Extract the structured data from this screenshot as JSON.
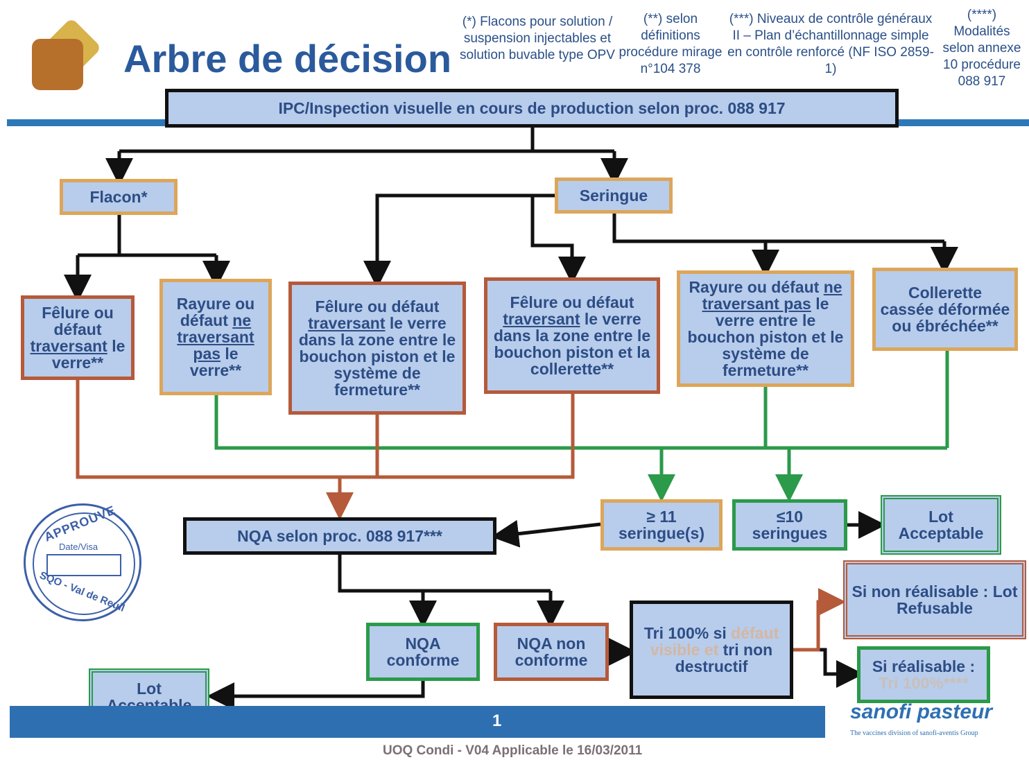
{
  "header": {
    "title": "Arbre de décision",
    "notes": [
      "(*) Flacons pour solution / suspension injectables et solution buvable type OPV",
      "(**) selon définitions procédure mirage n°104 378",
      "(***) Niveaux de contrôle généraux II – Plan d’échantillonnage simple en contrôle renforcé (NF ISO 2859-1)",
      "(****) Modalités selon annexe 10 procédure 088 917"
    ]
  },
  "nodes": {
    "ipc": "IPC/Inspection visuelle en cours de production selon proc. 088 917",
    "flacon": "Flacon*",
    "seringue": "Seringue",
    "flacon_felure": "Fêlure ou défaut traversant le verre**",
    "flacon_rayure": "Rayure ou défaut ne traversant pas le verre**",
    "ser_felure_fermeture": "Fêlure ou défaut traversant le verre dans la zone entre le bouchon piston et le système de fermeture**",
    "ser_felure_collerette": "Fêlure ou défaut traversant le verre dans la zone entre le bouchon piston et la collerette**",
    "ser_rayure": "Rayure ou défaut ne traversant pas le verre entre le bouchon piston et le système de fermeture**",
    "ser_collerette": "Collerette cassée déformée ou ébréchée**",
    "ge11": "≥ 11 seringue(s)",
    "le10": "≤10 seringues",
    "lot_acceptable_1": "Lot Acceptable",
    "nqa": "NQA selon proc. 088 917***",
    "nqa_conforme": "NQA conforme",
    "nqa_non_conforme": "NQA non conforme",
    "tri": "Tri 100% si défaut visible et tri non destructif",
    "non_realisable": "Si non réalisable : Lot Refusable",
    "realisable": "Si réalisable : Tri 100%****",
    "lot_acceptable_2": "Lot Acceptable"
  },
  "stamp": {
    "top": "APPROUVE",
    "label": "Date/Visa",
    "bottom": "SQO - Val de Reuil"
  },
  "footer": {
    "page_number": "1",
    "text": "UOQ Condi - V04 Applicable le 16/03/2011"
  },
  "brand": {
    "name": "sanofi pasteur",
    "tagline": "The vaccines division of sanofi-aventis Group"
  },
  "colors": {
    "box_fill": "#b8ccec",
    "black_border": "#111111",
    "gold_border": "#dca65a",
    "brown_border": "#b55a3a",
    "green_border": "#2b9a4a",
    "band_blue": "#2e6fb2"
  }
}
